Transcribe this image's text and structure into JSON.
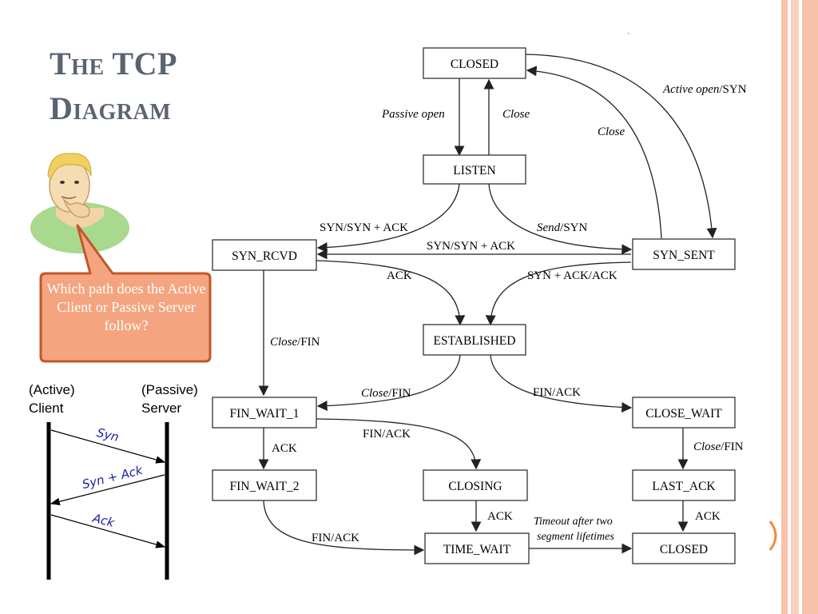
{
  "slide": {
    "title_line1": "The TCP",
    "title_line2": "Diagram",
    "callout": "Which path does the Active Client or Passive Server follow?",
    "client_label_1": "(Active)",
    "client_label_2": "Client",
    "server_label_1": "(Passive)",
    "server_label_2": "Server",
    "seq_syn": "Syn",
    "seq_synack": "Syn + Ack",
    "seq_ack": "Ack",
    "figure_mark": "'",
    "colors": {
      "title": "#5a6372",
      "callout_fill": "#f4a57f",
      "callout_border": "#c2562b",
      "stripe": "#f7c2a8",
      "sequence_text": "#1a22a8"
    }
  },
  "states": {
    "closed_top": "CLOSED",
    "listen": "LISTEN",
    "syn_rcvd": "SYN_RCVD",
    "syn_sent": "SYN_SENT",
    "established": "ESTABLISHED",
    "fin_wait_1": "FIN_WAIT_1",
    "close_wait": "CLOSE_WAIT",
    "fin_wait_2": "FIN_WAIT_2",
    "closing": "CLOSING",
    "last_ack": "LAST_ACK",
    "time_wait": "TIME_WAIT",
    "closed_bottom": "CLOSED"
  },
  "transitions": {
    "passive_open": "Passive open",
    "close_a": "Close",
    "active_open": "Active open",
    "active_open_action": "/SYN",
    "close_b": "Close",
    "syn_synack_1": "SYN/SYN + ACK",
    "send": "Send",
    "send_action": "/SYN",
    "syn_synack_2": "SYN/SYN + ACK",
    "ack_1": "ACK",
    "synack_ack": "SYN + ACK/ACK",
    "close_c": "Close",
    "fin_c": "/FIN",
    "close_d": "Close",
    "fin_d": "/FIN",
    "fin_ack_1": "FIN/ACK",
    "fin_ack_2": "FIN/ACK",
    "ack_2": "ACK",
    "close_e": "Close",
    "fin_e": "/FIN",
    "ack_3": "ACK",
    "ack_4": "ACK",
    "fin_ack_3": "FIN/ACK",
    "timeout_1": "Timeout after two",
    "timeout_2": "segment lifetimes"
  }
}
